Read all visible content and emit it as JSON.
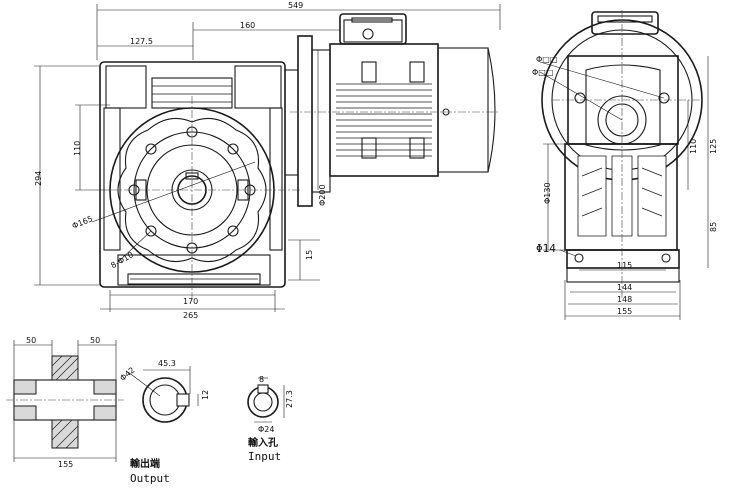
{
  "dimensions": {
    "overall_length": "549",
    "motor_offset": "160",
    "half_width": "127.5",
    "flange_height_left": "110",
    "height_total": "294",
    "output_bore": "Φ165",
    "mount_holes": "8-Φ10",
    "base_170": "170",
    "base_265": "265",
    "motor_dia": "Φ200",
    "flange_15": "15",
    "right_phi_small": "Φ□□",
    "right_phi_small2": "Φ□□",
    "right_110": "110",
    "right_125": "125",
    "right_phi130": "Φ130",
    "right_85": "85",
    "right_phi14": "Φ14",
    "right_115": "115",
    "right_144": "144",
    "right_148": "148",
    "right_155": "155",
    "shaft_50_left": "50",
    "shaft_50_right": "50",
    "shaft_155": "155",
    "out_453": "45.3",
    "out_phi42": "Φ42",
    "out_12": "12",
    "in_8": "8",
    "in_273": "27.3",
    "in_phi24": "Φ24"
  },
  "labels": {
    "output_cn": "輸出端",
    "output_en": "Output",
    "input_cn": "輸入孔",
    "input_en": "Input"
  }
}
